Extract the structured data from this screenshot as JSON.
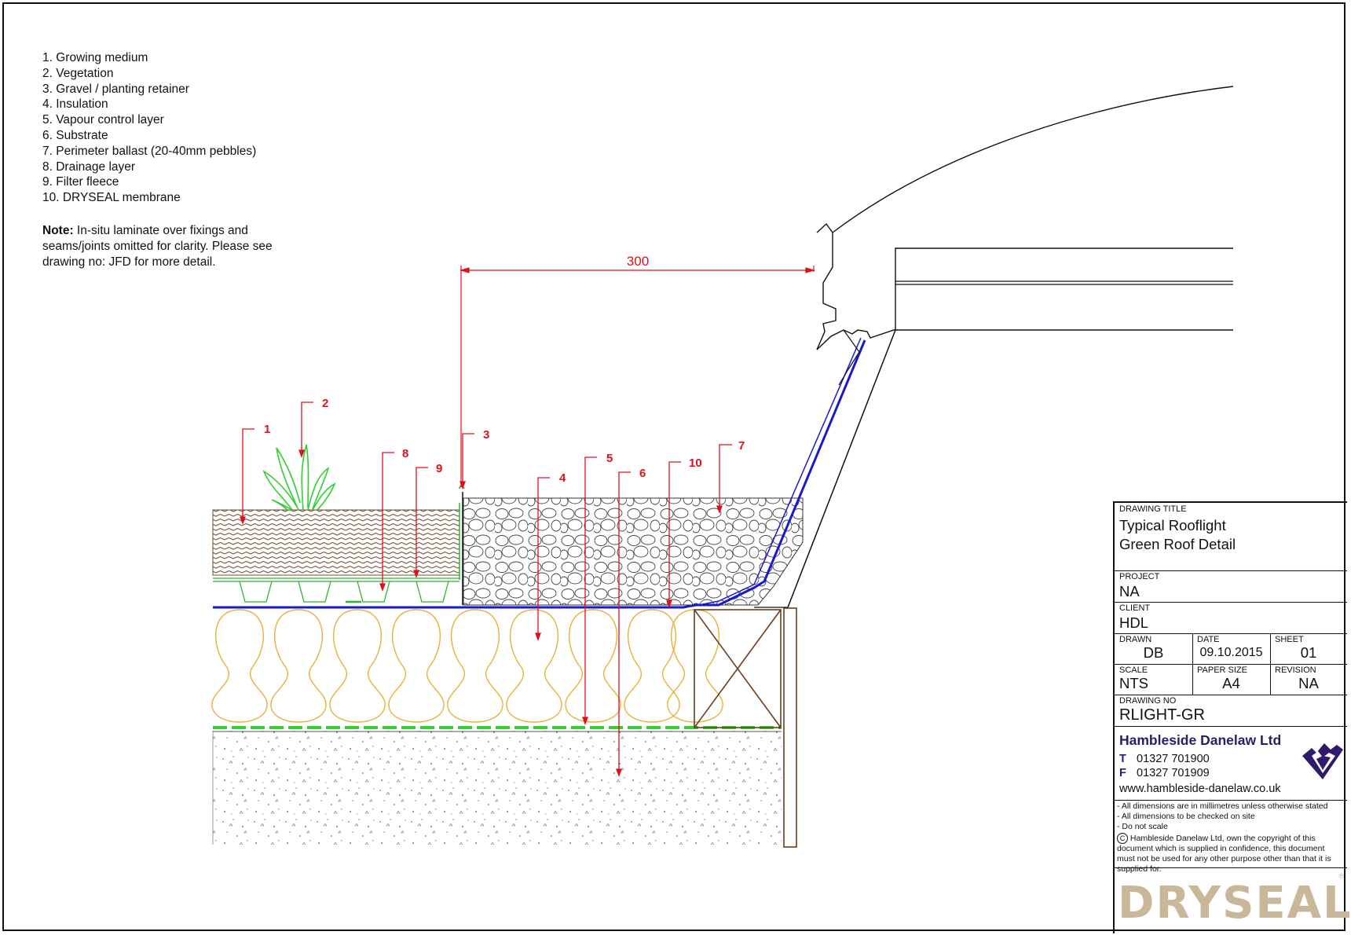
{
  "legend": [
    "1. Growing medium",
    "2. Vegetation",
    "3. Gravel / planting retainer",
    "4. Insulation",
    "5. Vapour control layer",
    "6. Substrate",
    "7. Perimeter ballast (20-40mm pebbles)",
    "8. Drainage layer",
    "9. Filter fleece",
    "10. DRYSEAL membrane"
  ],
  "note": {
    "label": "Note:",
    "text": "In-situ laminate over fixings and seams/joints omitted for clarity. Please see drawing no: JFD for more detail."
  },
  "dimension": "300",
  "callouts": [
    "1",
    "2",
    "3",
    "4",
    "5",
    "6",
    "7",
    "8",
    "9",
    "10"
  ],
  "titleblock": {
    "drawing_title_label": "DRAWING TITLE",
    "drawing_title_1": "Typical Rooflight",
    "drawing_title_2": "Green Roof Detail",
    "project_label": "PROJECT",
    "project": "NA",
    "client_label": "CLIENT",
    "client": "HDL",
    "drawn_label": "DRAWN",
    "drawn": "DB",
    "date_label": "DATE",
    "date": "09.10.2015",
    "sheet_label": "SHEET",
    "sheet": "01",
    "scale_label": "SCALE",
    "scale": "NTS",
    "paper_label": "PAPER SIZE",
    "paper": "A4",
    "revision_label": "REVISION",
    "revision": "NA",
    "drawing_no_label": "DRAWING NO",
    "drawing_no": "RLIGHT-GR",
    "company": "Hambleside Danelaw Ltd",
    "tel_label": "T",
    "tel": "01327 701900",
    "fax_label": "F",
    "fax": "01327 701909",
    "web": "www.hambleside-danelaw.co.uk",
    "notes": [
      "- All dimensions are in millimetres unless otherwise stated",
      "- All dimensions to be checked on site",
      "- Do not scale"
    ],
    "copyright": "Hambleside Danelaw Ltd, own the copyright of this document which is supplied in confidence, this document must not be used for any other purpose other than that it is supplied for.",
    "logo": "DRYSEAL"
  },
  "colors": {
    "callout": "#e0101a",
    "membrane": "#1a1ac8",
    "insulation": "#e8b13a",
    "vegetation": "#2fd02f",
    "soil": "#8a6a4a",
    "timber": "#6b3d1e",
    "brand": "#2f1a6b",
    "logo": "#c9b799"
  }
}
